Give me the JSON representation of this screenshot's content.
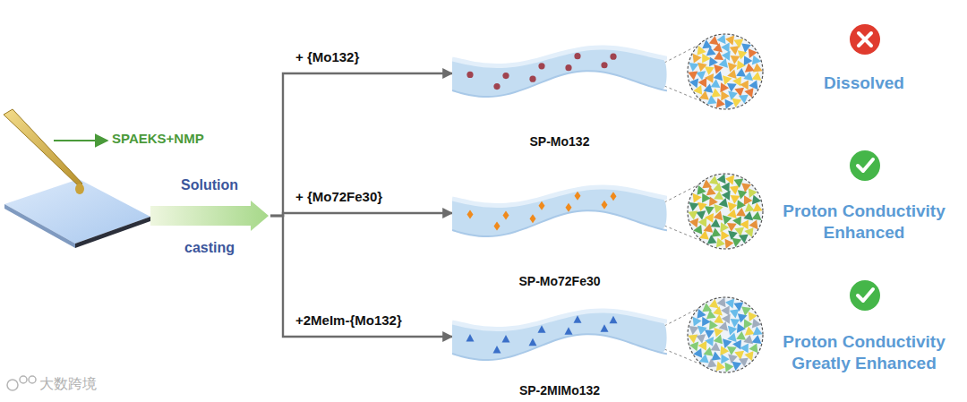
{
  "diagram": {
    "nodes": [
      {
        "text": [
          "Solution",
          "casting"
        ]
      },
      {
        "text": [
          "SP-Mo132"
        ]
      },
      {
        "text": [
          "SP-Mo72Fe30"
        ]
      },
      {
        "text": [
          "SP-2MIMo132"
        ]
      }
    ],
    "edges": [
      {
        "from": 0,
        "to": 1,
        "arrow": "to",
        "label": "+ {Mo132}"
      },
      {
        "from": 0,
        "to": 2,
        "arrow": "to",
        "label": "+ {Mo72Fe30}"
      },
      {
        "from": 0,
        "to": 3,
        "arrow": "to",
        "label": "+2MeIm-{Mo132}"
      }
    ],
    "labels": [
      "SPAEKS+NMP",
      "Dissolved",
      "Proton Conductivity Enhanced",
      "Proton Conductivity Greatly Enhanced",
      "大数跨境"
    ]
  }
}
